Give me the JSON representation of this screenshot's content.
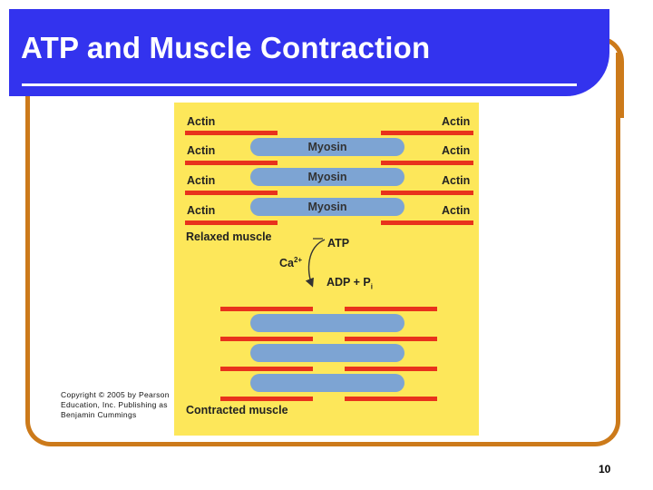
{
  "slide": {
    "title": "ATP and Muscle Contraction",
    "page_number": "10",
    "copyright": "Copyright © 2005 by Pearson Education, Inc. Publishing as Benjamin Cummings"
  },
  "figure": {
    "actin_label": "Actin",
    "myosin_label": "Myosin",
    "relaxed_label": "Relaxed muscle",
    "contracted_label": "Contracted muscle",
    "atp_label": "ATP",
    "ca_label": "Ca",
    "ca_charge": "2+",
    "adp_label": "ADP + P",
    "pi_subscript": "i"
  },
  "colors": {
    "title_bar": "#3333ee",
    "frame": "#cc7a1a",
    "figure_background": "#fde75a",
    "actin": "#e8321c",
    "myosin": "#7da4d3"
  }
}
